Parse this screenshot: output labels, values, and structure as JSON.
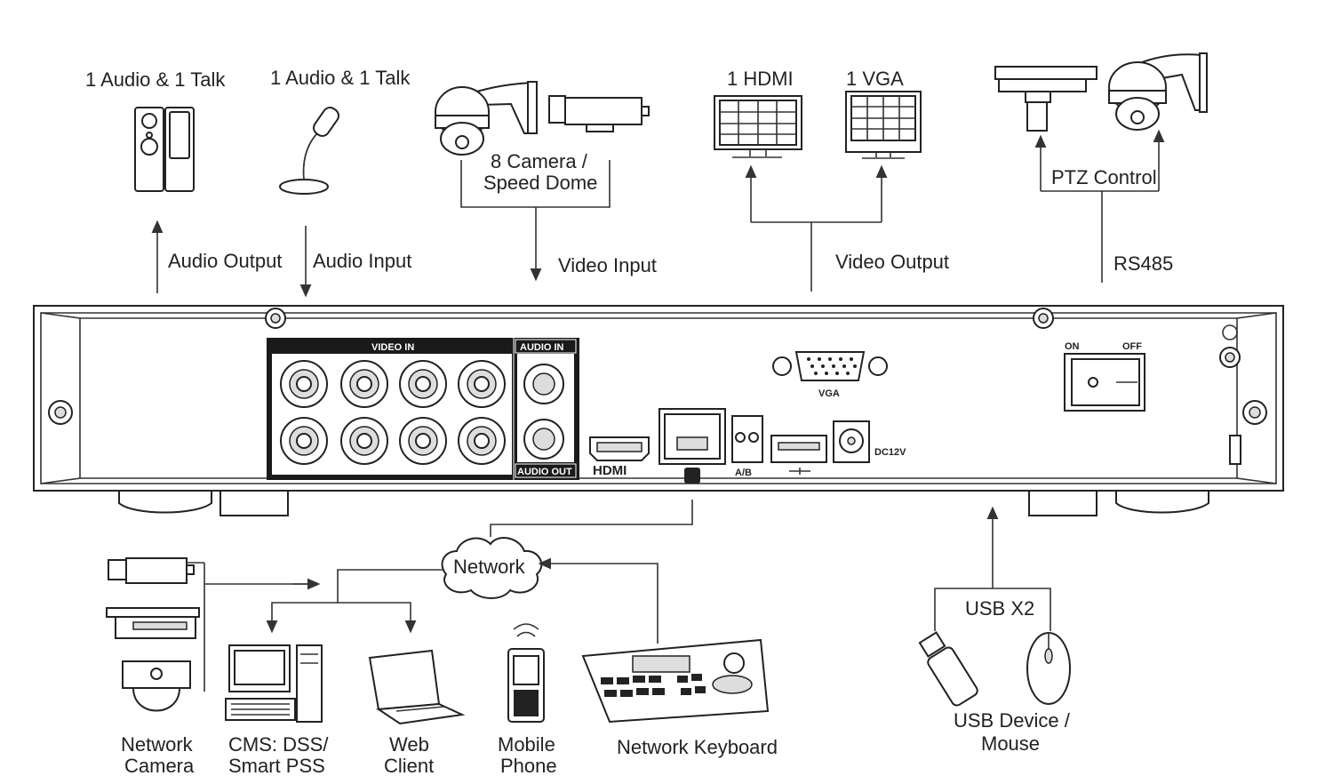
{
  "top_devices": {
    "speaker_label": "1 Audio  & 1 Talk",
    "mic_label": "1 Audio & 1 Talk",
    "camera_label_1": "8  Camera /",
    "camera_label_2": "Speed Dome",
    "hdmi_monitor_label": "1 HDMI",
    "vga_monitor_label": "1 VGA",
    "ptz_label": "PTZ Control"
  },
  "connections": {
    "audio_output": "Audio  Output",
    "audio_input": "Audio  Input",
    "video_input": "Video Input",
    "video_output": "Video Output",
    "rs485": "RS485"
  },
  "panel": {
    "video_in": "VIDEO IN",
    "audio_in": "AUDIO IN",
    "audio_out": "AUDIO OUT",
    "hdmi": "HDMI",
    "vga": "VGA",
    "ab": "A/B",
    "dc": "DC12V",
    "on": "ON",
    "off": "OFF"
  },
  "bottom_devices": {
    "network": "Network",
    "network_camera_1": "Network",
    "network_camera_2": "Camera",
    "cms_1": "CMS: DSS/",
    "cms_2": "Smart PSS",
    "web_1": "Web",
    "web_2": "Client",
    "mobile_1": "Mobile",
    "mobile_2": "Phone",
    "keyboard": "Network Keyboard",
    "usb_x2": "USB X2",
    "usb_device_1": "USB Device /",
    "usb_device_2": "Mouse"
  }
}
